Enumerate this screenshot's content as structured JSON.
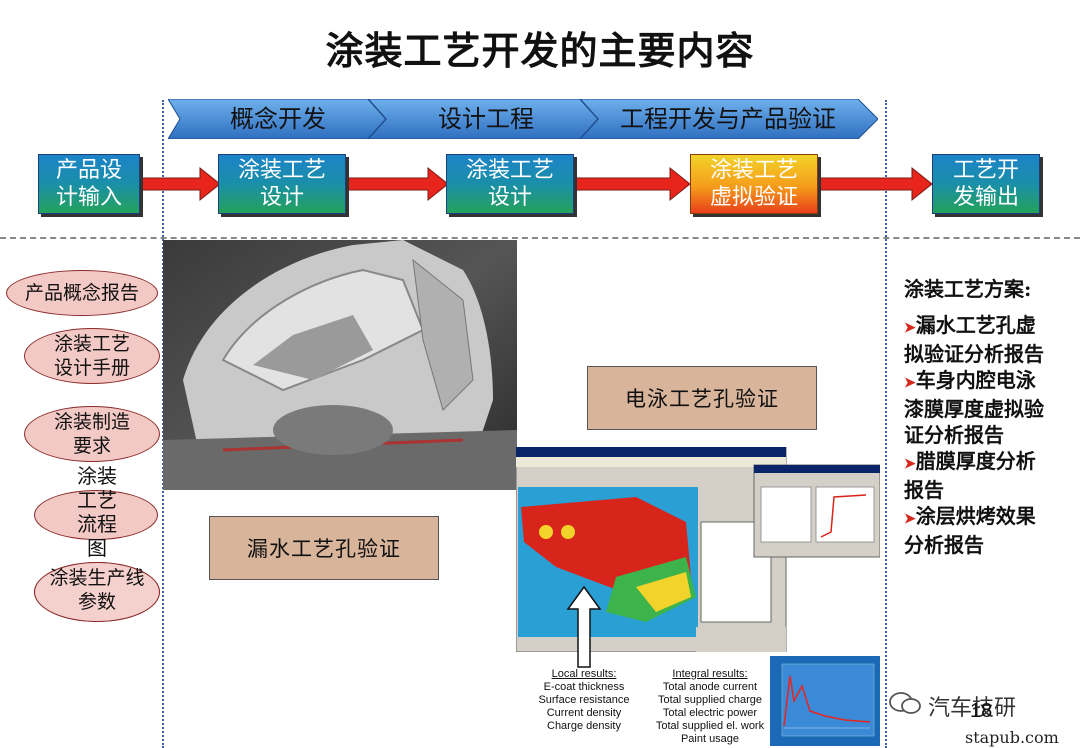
{
  "title": "涂装工艺开发的主要内容",
  "phases": [
    "概念开发",
    "设计工程",
    "工程开发与产品验证"
  ],
  "flow": [
    {
      "line1": "产品设",
      "line2": "计输入",
      "style": "blue"
    },
    {
      "line1": "涂装工艺",
      "line2": "设计",
      "style": "blue"
    },
    {
      "line1": "涂装工艺",
      "line2": "设计",
      "style": "blue"
    },
    {
      "line1": "涂装工艺",
      "line2": "虚拟验证",
      "style": "yellow"
    },
    {
      "line1": "工艺开",
      "line2": "发输出",
      "style": "blue"
    }
  ],
  "inputs": [
    {
      "line1": "产品概念报告",
      "line2": ""
    },
    {
      "line1": "涂装工艺",
      "line2": "设计手册"
    },
    {
      "line1": "涂装制造",
      "line2": "要求"
    },
    {
      "line1": "涂装",
      "line2": "工艺",
      "line3": "流程",
      "line4": "图"
    },
    {
      "line1": "涂装生产线",
      "line2": "参数"
    }
  ],
  "labels": {
    "leak": "漏水工艺孔验证",
    "ecoat": "电泳工艺孔验证"
  },
  "local_results": {
    "heading": "Local results:",
    "items": [
      "E-coat thickness",
      "Surface resistance",
      "Current density",
      "Charge density"
    ]
  },
  "integral_results": {
    "heading": "Integral results:",
    "items": [
      "Total anode current",
      "Total supplied charge",
      "Total electric power",
      "Total supplied el. work",
      "Paint usage"
    ]
  },
  "output": {
    "heading": "涂装工艺方案:",
    "items": [
      {
        "line1": "漏水工艺孔虚",
        "line2": "拟验证分析报告"
      },
      {
        "line1": "车身内腔电泳",
        "line2": "漆膜厚度虚拟验",
        "line3": "证分析报告"
      },
      {
        "line1": "腊膜厚度分析",
        "line2": "报告"
      },
      {
        "line1": "涂层烘烤效果",
        "line2": "分析报告"
      }
    ]
  },
  "watermark": "汽车技研",
  "page_number": "18",
  "site": "stapub.com",
  "colors": {
    "phase_fill": "#4a8fd6",
    "box_blue": "#1d83c9",
    "box_green": "#24a25a",
    "box_yellow": "#f2d32a",
    "arrow_red": "#e8251c",
    "oval_fill": "#f3c9c5",
    "tan_box": "#d8b49a"
  }
}
